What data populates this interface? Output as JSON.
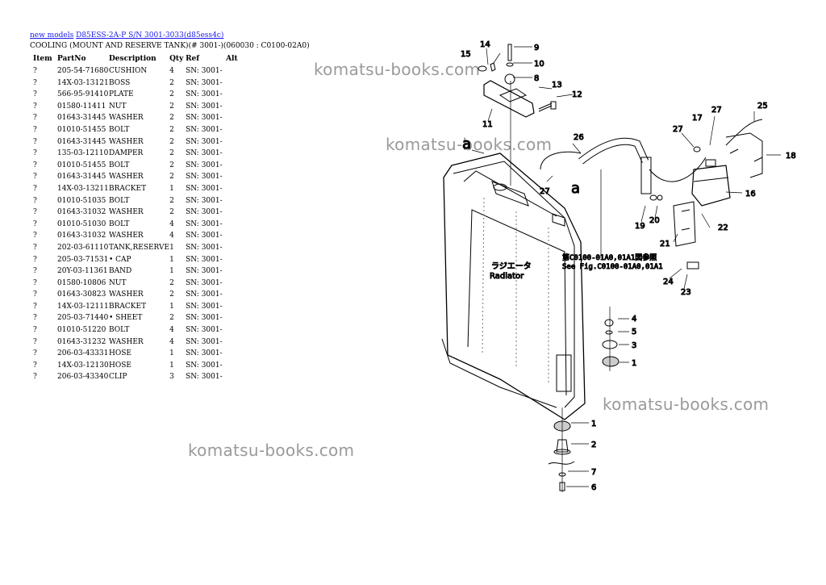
{
  "breadcrumb": {
    "link1": "new models",
    "link2": "D85ESS-2A-P S/N 3001-3033(d85ess4c)"
  },
  "section_title": "COOLING (MOUNT AND RESERVE TANK)(# 3001-)(060030 : C0100-02A0)",
  "table": {
    "headers": [
      "Item",
      "PartNo",
      "Description",
      "Qty",
      "Ref",
      "Alt"
    ],
    "rows": [
      [
        "?",
        "205-54-71680",
        "CUSHION",
        "4",
        "SN: 3001-",
        ""
      ],
      [
        "?",
        "14X-03-13121",
        "BOSS",
        "2",
        "SN: 3001-",
        ""
      ],
      [
        "?",
        "566-95-91410",
        "PLATE",
        "2",
        "SN: 3001-",
        ""
      ],
      [
        "?",
        "01580-11411",
        "NUT",
        "2",
        "SN: 3001-",
        ""
      ],
      [
        "?",
        "01643-31445",
        "WASHER",
        "2",
        "SN: 3001-",
        ""
      ],
      [
        "?",
        "01010-51455",
        "BOLT",
        "2",
        "SN: 3001-",
        ""
      ],
      [
        "?",
        "01643-31445",
        "WASHER",
        "2",
        "SN: 3001-",
        ""
      ],
      [
        "?",
        "135-03-12110",
        "DAMPER",
        "2",
        "SN: 3001-",
        ""
      ],
      [
        "?",
        "01010-51455",
        "BOLT",
        "2",
        "SN: 3001-",
        ""
      ],
      [
        "?",
        "01643-31445",
        "WASHER",
        "2",
        "SN: 3001-",
        ""
      ],
      [
        "?",
        "14X-03-13211",
        "BRACKET",
        "1",
        "SN: 3001-",
        ""
      ],
      [
        "?",
        "01010-51035",
        "BOLT",
        "2",
        "SN: 3001-",
        ""
      ],
      [
        "?",
        "01643-31032",
        "WASHER",
        "2",
        "SN: 3001-",
        ""
      ],
      [
        "?",
        "01010-51030",
        "BOLT",
        "4",
        "SN: 3001-",
        ""
      ],
      [
        "?",
        "01643-31032",
        "WASHER",
        "4",
        "SN: 3001-",
        ""
      ],
      [
        "?",
        "202-03-61110",
        "TANK,RESERVE",
        "1",
        "SN: 3001-",
        ""
      ],
      [
        "?",
        "205-03-71531",
        "• CAP",
        "1",
        "SN: 3001-",
        ""
      ],
      [
        "?",
        "20Y-03-11361",
        "BAND",
        "1",
        "SN: 3001-",
        ""
      ],
      [
        "?",
        "01580-10806",
        "NUT",
        "2",
        "SN: 3001-",
        ""
      ],
      [
        "?",
        "01643-30823",
        "WASHER",
        "2",
        "SN: 3001-",
        ""
      ],
      [
        "?",
        "14X-03-12111",
        "BRACKET",
        "1",
        "SN: 3001-",
        ""
      ],
      [
        "?",
        "205-03-71440",
        "• SHEET",
        "2",
        "SN: 3001-",
        ""
      ],
      [
        "?",
        "01010-51220",
        "BOLT",
        "4",
        "SN: 3001-",
        ""
      ],
      [
        "?",
        "01643-31232",
        "WASHER",
        "4",
        "SN: 3001-",
        ""
      ],
      [
        "?",
        "206-03-43331",
        "HOSE",
        "1",
        "SN: 3001-",
        ""
      ],
      [
        "?",
        "14X-03-12130",
        "HOSE",
        "1",
        "SN: 3001-",
        ""
      ],
      [
        "?",
        "206-03-43340",
        "CLIP",
        "3",
        "SN: 3001-",
        ""
      ]
    ]
  },
  "watermark_text": "komatsu-books.com",
  "diagram": {
    "radiator_jp": "ラジエータ",
    "radiator_en": "Radiator",
    "note_jp": "第C0100-01A0,01A1図参照",
    "note_en": "See Fig.C0100-01A0,01A1",
    "marker": "a",
    "callouts": [
      "14",
      "9",
      "15",
      "10",
      "8",
      "13",
      "12",
      "11",
      "26",
      "27",
      "17",
      "25",
      "18",
      "16",
      "19",
      "20",
      "22",
      "21",
      "24",
      "23",
      "4",
      "5",
      "3",
      "1",
      "1",
      "2",
      "7",
      "6",
      "27",
      "27"
    ]
  }
}
